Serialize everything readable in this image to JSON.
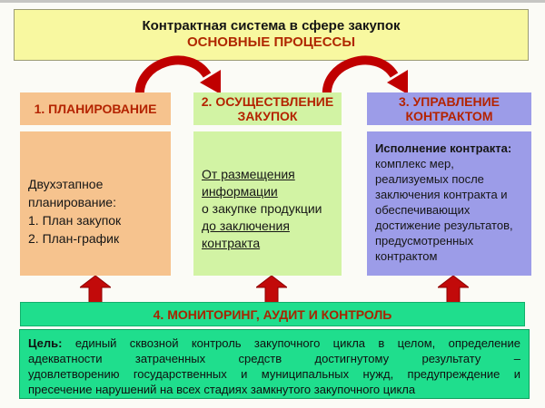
{
  "slide": {
    "title_line1": "Контрактная система в сфере закупок",
    "title_line2": "ОСНОВНЫЕ ПРОЦЕССЫ"
  },
  "columns": [
    {
      "header": "1. ПЛАНИРОВАНИЕ",
      "body_lines": [
        "Двухэтапное",
        "планирование:",
        "1. План закупок",
        "2. План-график"
      ]
    },
    {
      "header": "2. ОСУЩЕСТВЛЕНИЕ ЗАКУПОК",
      "body_lines": [
        "От размещения",
        "информации",
        "о закупке продукции",
        "до заключения",
        "контракта"
      ],
      "underline_flags": [
        true,
        true,
        false,
        true,
        true
      ]
    },
    {
      "header": "3. УПРАВЛЕНИЕ КОНТРАКТОМ",
      "body_lead": "Исполнение контракта:",
      "body_lines": [
        "комплекс мер,",
        "реализуемых после",
        "заключения контракта и",
        "обеспечивающих",
        "достижение результатов,",
        "предусмотренных",
        "контрактом"
      ]
    }
  ],
  "monitor_bar": {
    "label": "4. МОНИТОРИНГ, АУДИТ И КОНТРОЛЬ"
  },
  "goal_box": {
    "label": "Цель:",
    "line1_rest": "единый сквозной контроль закупочного цикла в целом, определение",
    "line2": "адекватности затраченных средств достигнутому результату –",
    "line3": "удовлетворению государственных и муниципальных нужд, предупреждение и",
    "line4": "пресечение нарушений на всех стадиях замкнутого закупочного цикла"
  },
  "colors": {
    "page_bg": "#fbfbf6",
    "title_bg": "#f8f8a0",
    "title_border": "#9c9c74",
    "title_accent_text": "#b02800",
    "planning_bg": "#f6c38e",
    "procurement_bg": "#d2f3a4",
    "contract_bg": "#9c9ce8",
    "monitor_bg": "#1fde8d",
    "goal_border": "#0ea05e",
    "heading_red": "#b42300",
    "arrow_red": "#c00000"
  }
}
